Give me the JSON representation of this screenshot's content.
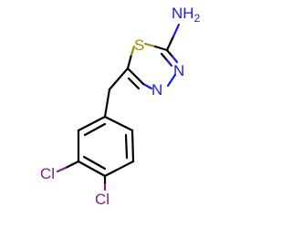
{
  "molecule": {
    "atoms": {
      "sulfur": "S",
      "amine": "NH",
      "amine_subscript": "2",
      "nitrogen_upper": "N",
      "nitrogen_lower": "N",
      "chlorine_meta": "Cl",
      "chlorine_para": "Cl"
    },
    "colors": {
      "carbon_bond": "#000000",
      "sulfur": "#a08c00",
      "nitrogen": "#1a1aee",
      "chlorine": "#8b1c8b"
    }
  }
}
